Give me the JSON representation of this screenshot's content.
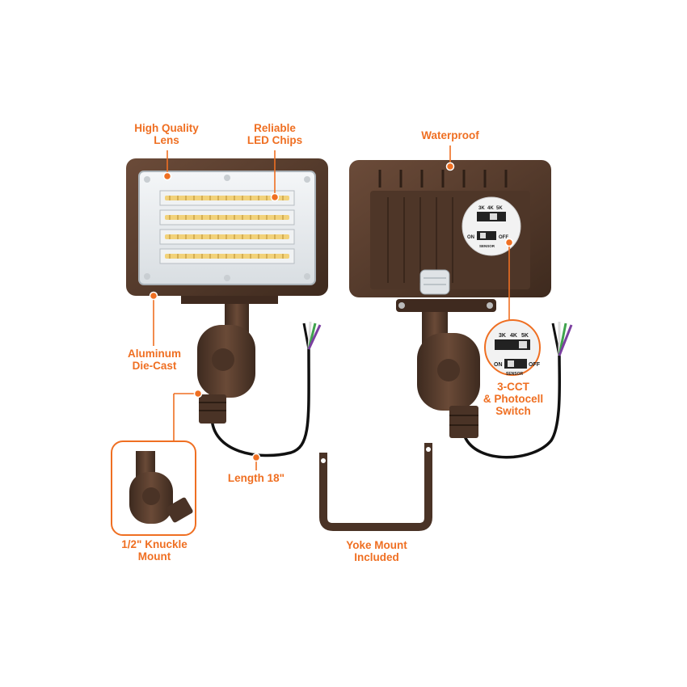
{
  "callouts": {
    "high_quality_lens": [
      "High Quality",
      "Lens"
    ],
    "reliable_led_chips": [
      "Reliable",
      "LED Chips"
    ],
    "waterproof": [
      "Waterproof"
    ],
    "aluminum_die_cast": [
      "Aluminum",
      "Die-Cast"
    ],
    "length": [
      "Length 18\""
    ],
    "knuckle_mount": [
      "1/2\" Knuckle",
      "Mount"
    ],
    "yoke_mount": [
      "Yoke Mount",
      "Included"
    ],
    "cct_switch": [
      "3-CCT",
      "& Photocell",
      "Switch"
    ]
  },
  "switch_panel": {
    "cct_options": [
      "3K",
      "4K",
      "5K"
    ],
    "on_label": "ON",
    "off_label": "OFF",
    "sensor_label": "SENSOR"
  },
  "colors": {
    "accent": "#ef6f22",
    "housing": "#5a3f30",
    "housing_dark": "#3f2a1f",
    "lens": "#e8ecef",
    "wire_green": "#3fa34d",
    "wire_purple": "#7b3fa0"
  },
  "icons": [
    "callout-dot-icon",
    "leader-line"
  ]
}
